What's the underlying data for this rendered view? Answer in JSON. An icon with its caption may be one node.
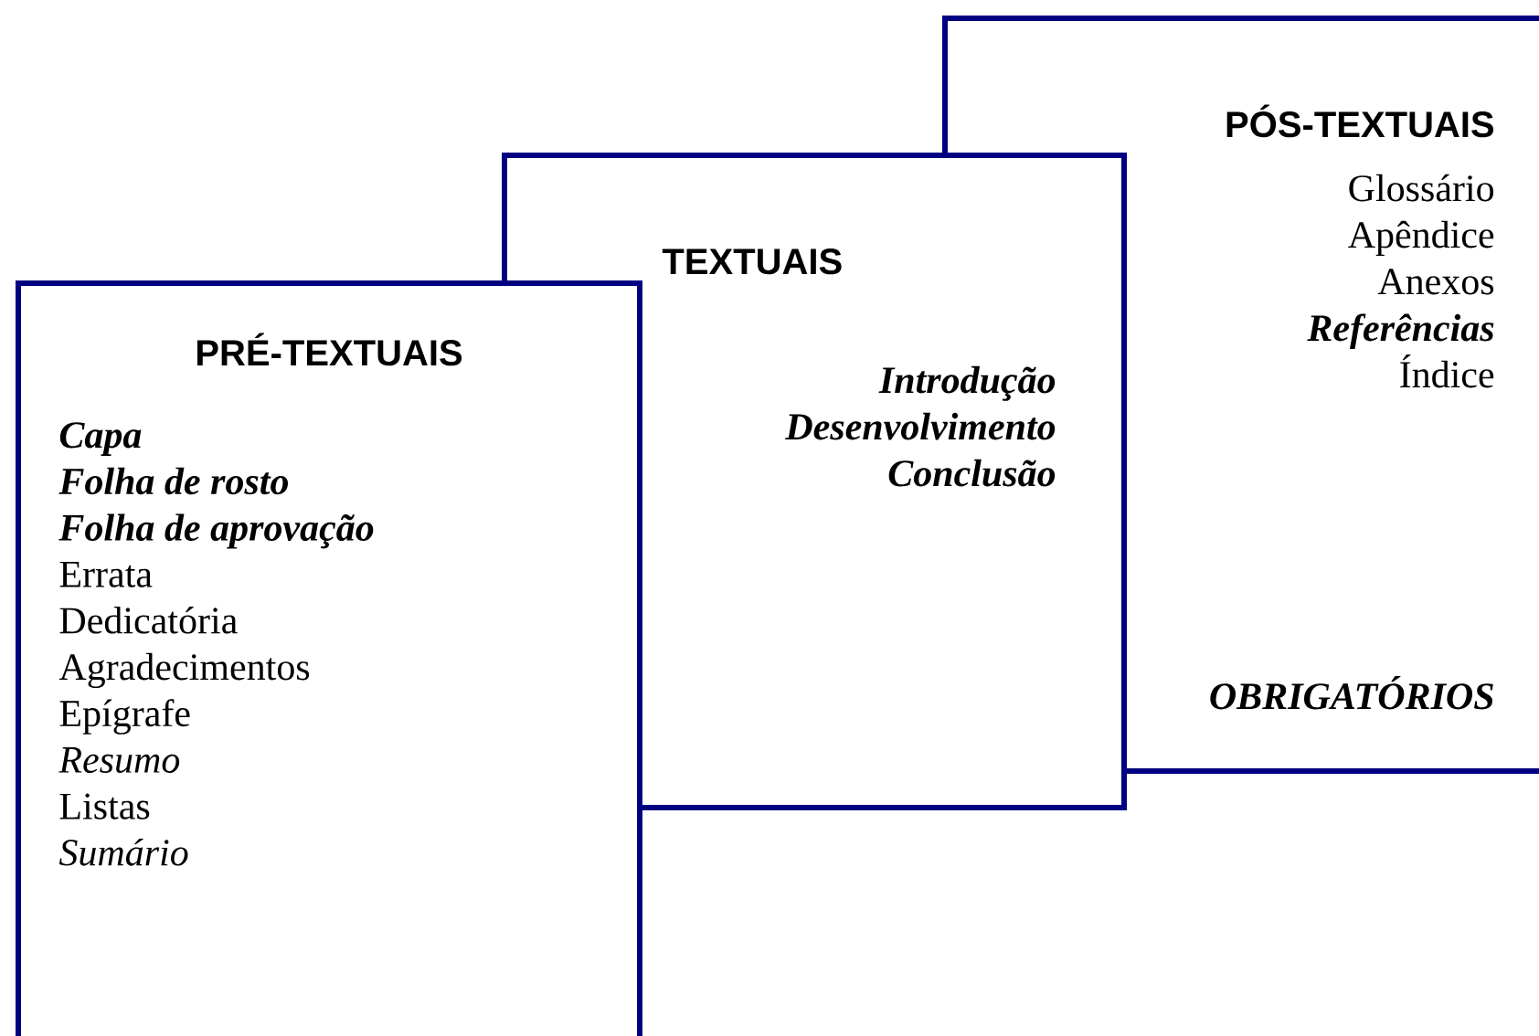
{
  "diagram": {
    "nodes": [
      {
        "text": [
          "PRÉ-TEXTUAIS",
          "Capa",
          "Folha de rosto",
          "Folha de aprovação",
          "Errata",
          "Dedicatória",
          "Agradecimentos",
          "Epígrafe",
          "Resumo",
          "Listas",
          "Sumário"
        ]
      },
      {
        "text": [
          "TEXTUAIS",
          "Introdução",
          "Desenvolvimento",
          "Conclusão"
        ]
      },
      {
        "text": [
          "PÓS-TEXTUAIS",
          "Glossário",
          "Apêndice",
          "Anexos",
          "Referências",
          "Índice",
          "OBRIGATÓRIOS"
        ]
      }
    ]
  }
}
